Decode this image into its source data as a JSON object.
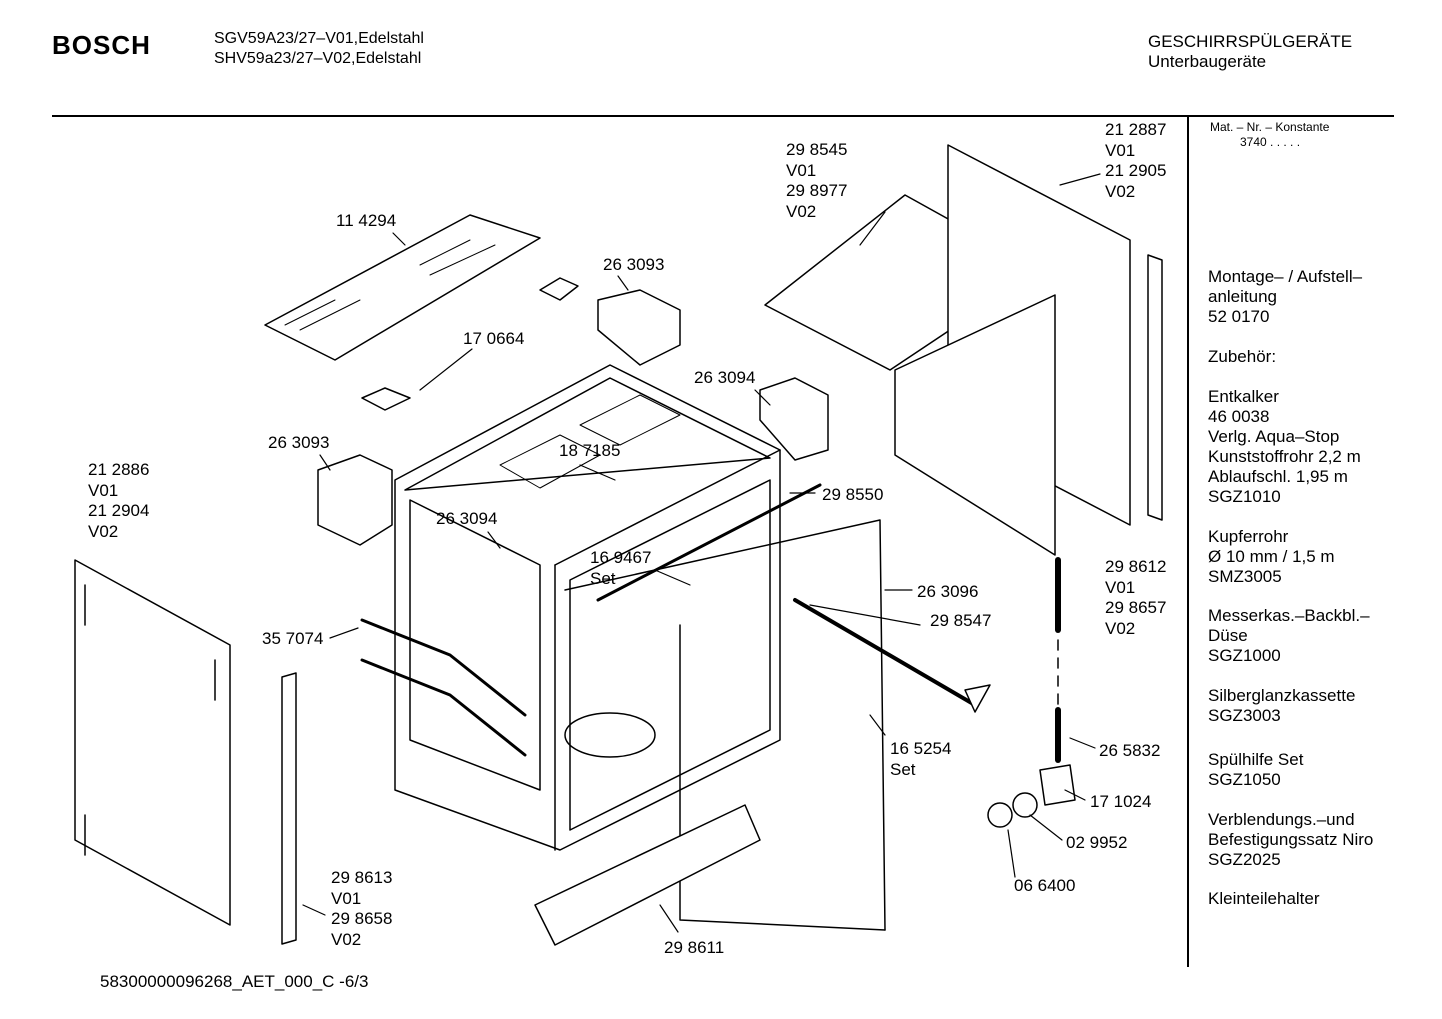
{
  "header": {
    "brand": "BOSCH",
    "models": [
      "SGV59A23/27–V01,Edelstahl",
      "SHV59a23/27–V02,Edelstahl"
    ],
    "category": "GESCHIRRSPÜLGERÄTE",
    "subcategory": "Unterbaugeräte"
  },
  "sidebar": {
    "mat_label": "Mat. – Nr. – Konstante",
    "mat_value": "3740  .  .  .  .  .",
    "blocks": [
      [
        "Montage– / Aufstell–",
        "anleitung",
        "52 0170"
      ],
      [
        "Zubehör:"
      ],
      [
        "Entkalker",
        "46 0038",
        "Verlg. Aqua–Stop",
        "Kunststoffrohr 2,2 m",
        "Ablaufschl. 1,95 m",
        "SGZ1010"
      ],
      [
        "Kupferrohr",
        "Ø 10 mm / 1,5 m",
        "SMZ3005"
      ],
      [
        "Messerkas.–Backbl.–",
        "Düse",
        "SGZ1000"
      ],
      [
        "Silberglanzkassette",
        "SGZ3003"
      ],
      [
        "Spülhilfe Set",
        "SGZ1050"
      ],
      [
        "Verblendungs.–und",
        "Befestigungssatz Niro",
        "SGZ2025"
      ],
      [
        "Kleinteilehalter"
      ]
    ]
  },
  "parts": [
    [
      "11 4294"
    ],
    [
      "26 3093"
    ],
    [
      "17 0664"
    ],
    [
      "26 3094"
    ],
    [
      "26 3093"
    ],
    [
      "18 7185"
    ],
    [
      "29 8550"
    ],
    [
      "26 3094"
    ],
    [
      "16 9467",
      "Set"
    ],
    [
      "26 3096"
    ],
    [
      "29 8547"
    ],
    [
      "35 7074"
    ],
    [
      "16 5254",
      "Set"
    ],
    [
      "26 5832"
    ],
    [
      "17 1024"
    ],
    [
      "02 9952"
    ],
    [
      "06 6400"
    ],
    [
      "29 8611"
    ],
    [
      "21 2886",
      "V01",
      "21 2904",
      "V02"
    ],
    [
      "29 8613",
      "V01",
      "29 8658",
      "V02"
    ],
    [
      "29 8545",
      "V01",
      "29 8977",
      "V02"
    ],
    [
      "21 2887",
      "V01",
      "21 2905",
      "V02"
    ],
    [
      "29 8612",
      "V01",
      "29 8657",
      "V02"
    ]
  ],
  "footer": {
    "doc_id": "58300000096268_AET_000_C  -6/3"
  }
}
